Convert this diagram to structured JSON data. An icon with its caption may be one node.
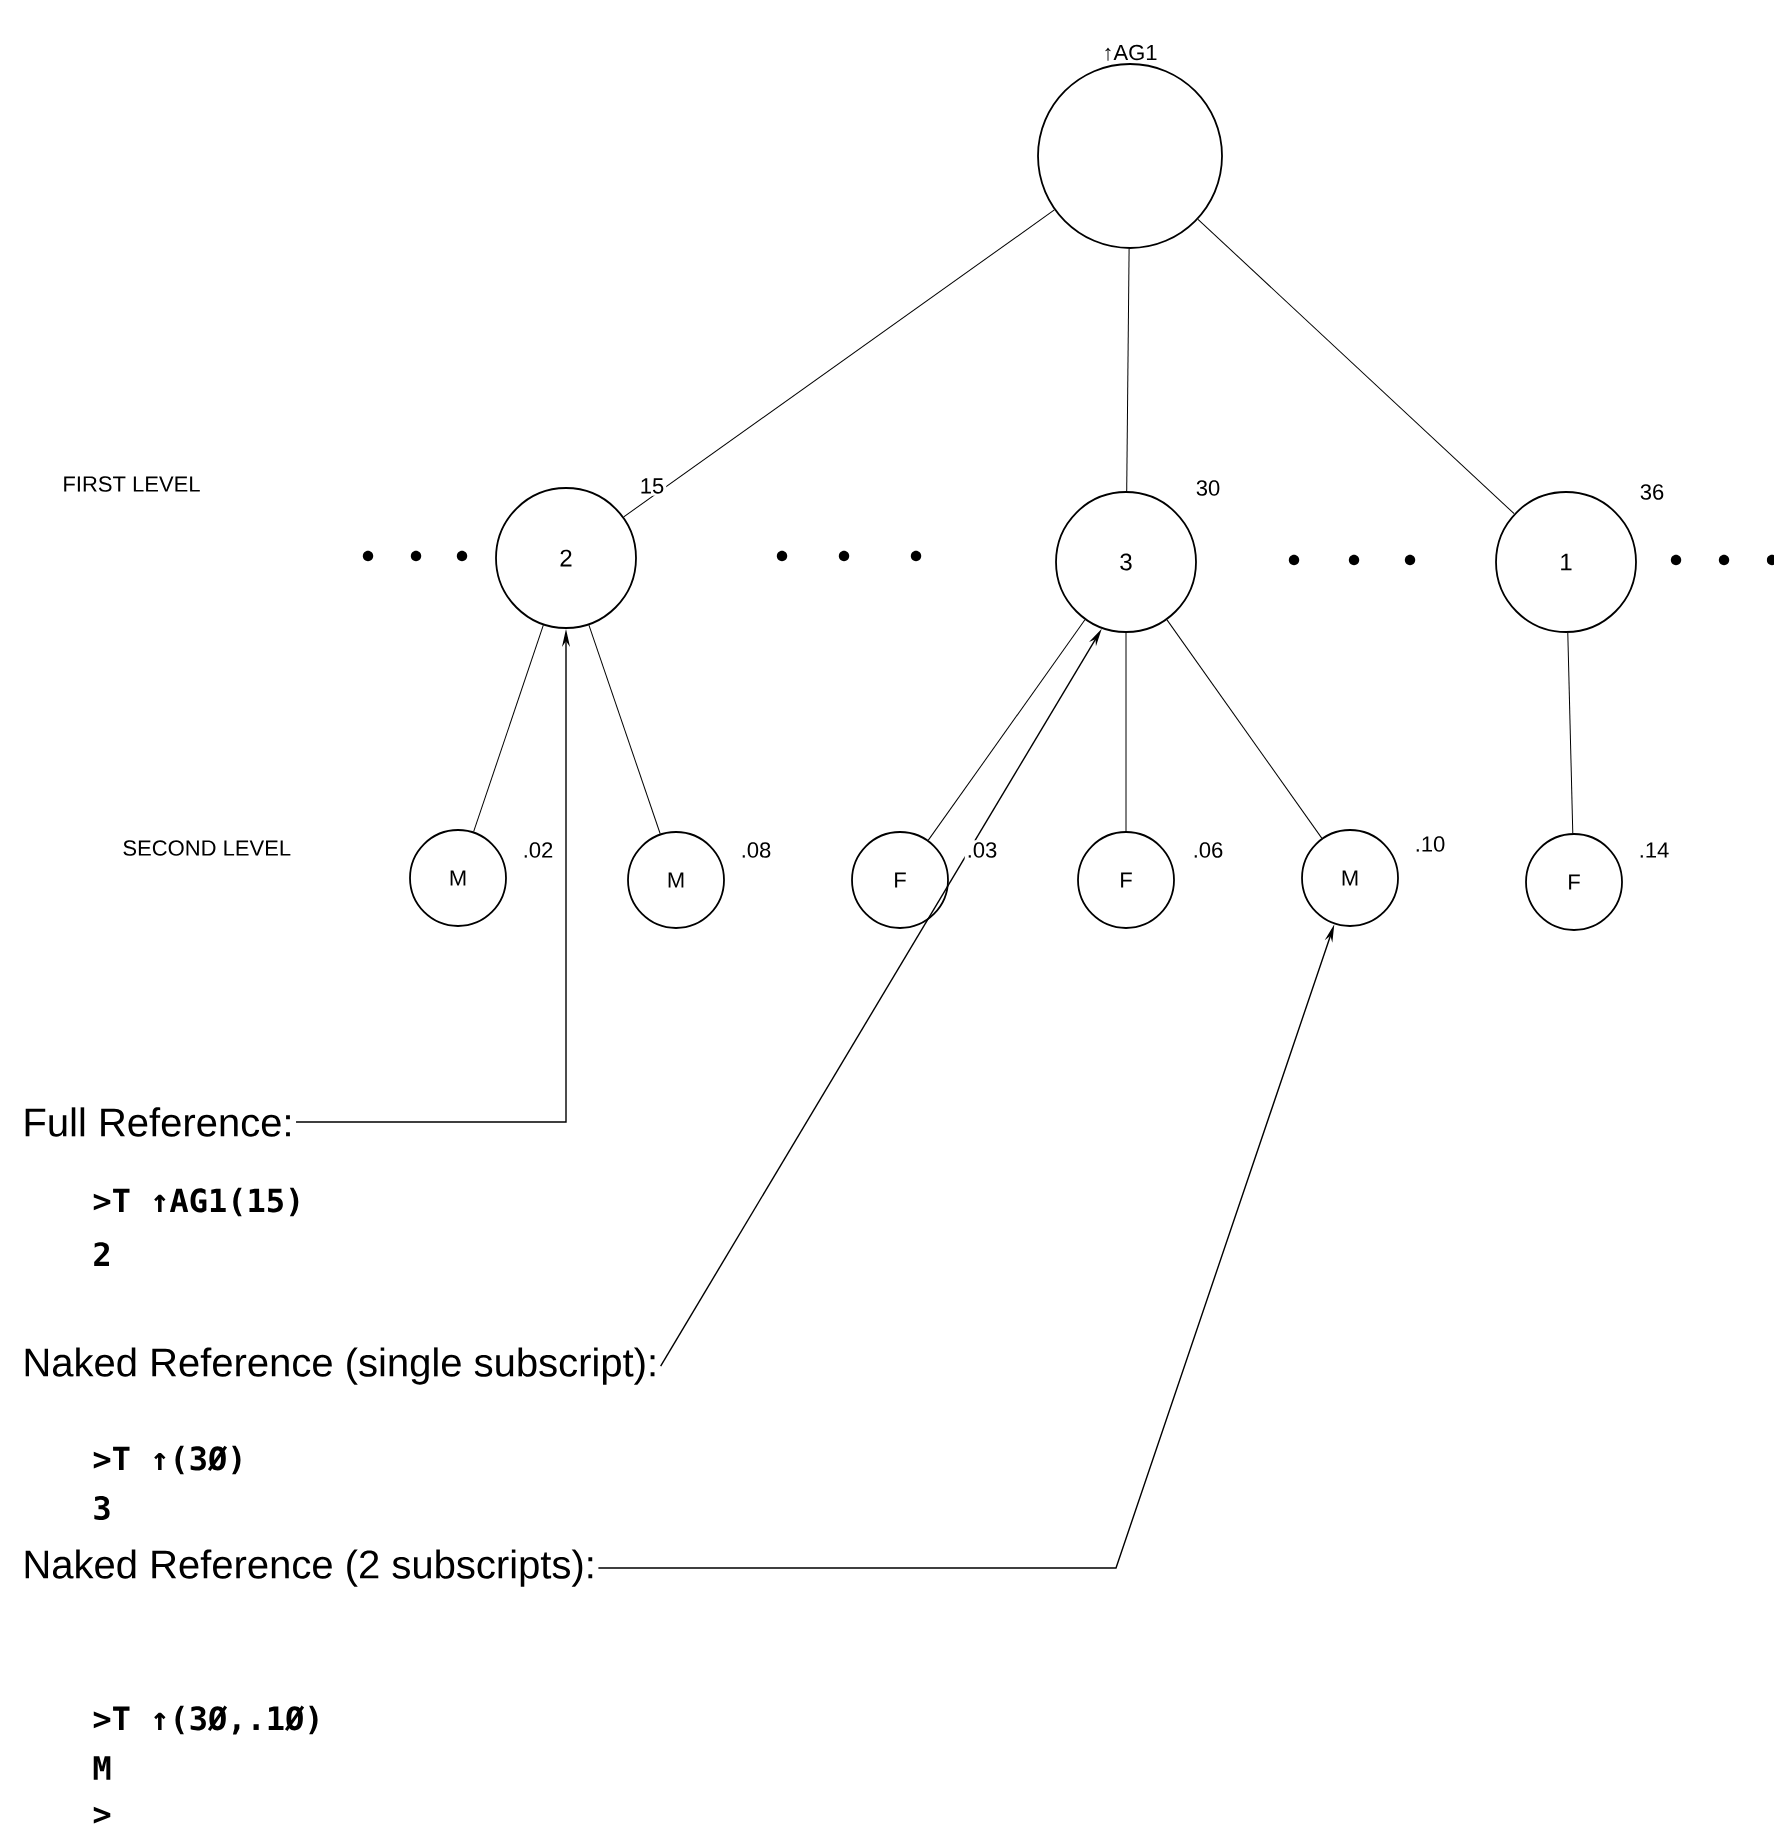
{
  "diagram": {
    "nodes": [
      {
        "text": [
          "↑AG1"
        ]
      },
      {
        "text": [
          "2"
        ],
        "beside": [
          "15"
        ]
      },
      {
        "text": [
          "3"
        ],
        "beside": [
          "30"
        ]
      },
      {
        "text": [
          "1"
        ],
        "beside": [
          "36"
        ]
      },
      {
        "text": [
          "M"
        ],
        "beside": [
          ".02"
        ]
      },
      {
        "text": [
          "M"
        ],
        "beside": [
          ".08"
        ]
      },
      {
        "text": [
          "F"
        ],
        "beside": [
          ".03"
        ]
      },
      {
        "text": [
          "F"
        ],
        "beside": [
          ".06"
        ]
      },
      {
        "text": [
          "M"
        ],
        "beside": [
          ".10"
        ]
      },
      {
        "text": [
          "F"
        ],
        "beside": [
          ".14"
        ]
      },
      {
        "text": [
          "Full Reference:"
        ]
      },
      {
        "text": [
          "Naked Reference (single subscript):"
        ]
      },
      {
        "text": [
          "Naked Reference (2 subscripts):"
        ]
      }
    ],
    "edges": [
      {
        "from": 0,
        "to": 1,
        "arrow": "none"
      },
      {
        "from": 0,
        "to": 2,
        "arrow": "none"
      },
      {
        "from": 0,
        "to": 3,
        "arrow": "none"
      },
      {
        "from": 1,
        "to": 4,
        "arrow": "none"
      },
      {
        "from": 1,
        "to": 5,
        "arrow": "none"
      },
      {
        "from": 2,
        "to": 6,
        "arrow": "none"
      },
      {
        "from": 2,
        "to": 7,
        "arrow": "none"
      },
      {
        "from": 2,
        "to": 8,
        "arrow": "none"
      },
      {
        "from": 3,
        "to": 9,
        "arrow": "none"
      },
      {
        "from": 10,
        "to": 1,
        "arrow": "to"
      },
      {
        "from": 11,
        "to": 2,
        "arrow": "to"
      },
      {
        "from": 12,
        "to": 8,
        "arrow": "to"
      }
    ],
    "labels": [
      "FIRST LEVEL",
      "SECOND LEVEL",
      ">T ↑AG1(15)",
      "2",
      ">T ↑(3Ø)",
      "3",
      ">T ↑(3Ø,.1Ø)",
      "M",
      ">"
    ]
  }
}
